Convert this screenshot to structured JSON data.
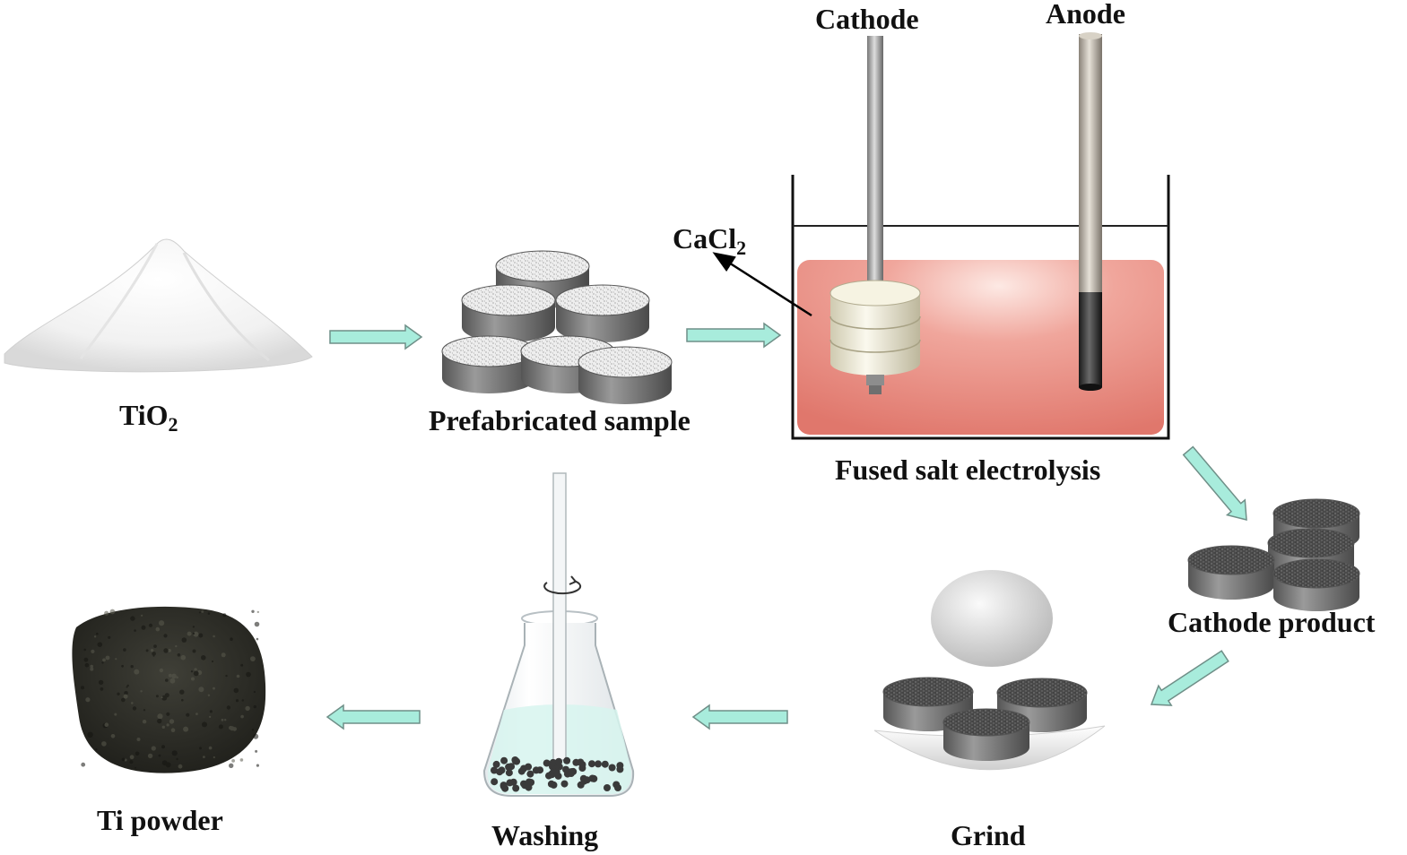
{
  "diagram": {
    "steps": {
      "tio2": {
        "label": "TiO",
        "sub": "2"
      },
      "prefabricated": {
        "label": "Prefabricated sample"
      },
      "electrolysis": {
        "label": "Fused salt electrolysis"
      },
      "cathode_product": {
        "label": "Cathode product"
      },
      "grind": {
        "label": "Grind"
      },
      "washing": {
        "label": "Washing"
      },
      "ti_powder": {
        "label": "Ti powder"
      }
    },
    "electrodes": {
      "cathode": "Cathode",
      "anode": "Anode"
    },
    "electrolyte": {
      "label": "CaCl",
      "sub": "2"
    },
    "colors": {
      "arrow_fill": "#a8ecdc",
      "arrow_stroke": "#6f8f88",
      "melt": "#e88a80",
      "pellet_side": "#6a6a6a",
      "pellet_top_dark": "#3c3c3c"
    }
  }
}
